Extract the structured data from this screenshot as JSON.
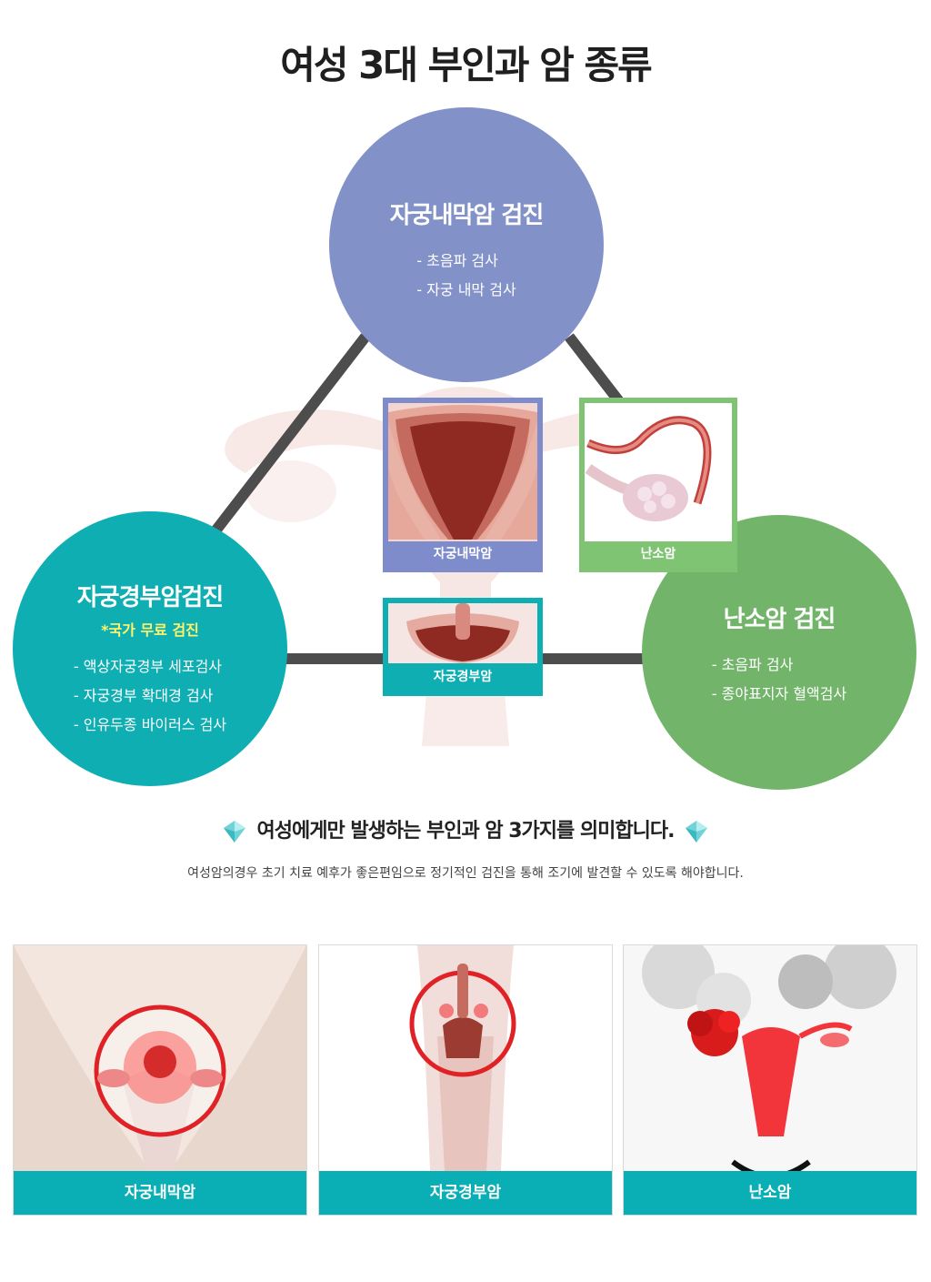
{
  "page_title": "여성 3대 부인과 암 종류",
  "circles": {
    "top": {
      "title": "자궁내막암 검진",
      "items": [
        "초음파 검사",
        "자궁 내막 검사"
      ]
    },
    "left": {
      "title": "자궁경부암검진",
      "note": "*국가 무료 검진",
      "items": [
        "액상자궁경부 세포검사",
        "자궁경부 확대경 검사",
        "인유두종 바이러스 검사"
      ]
    },
    "right": {
      "title": "난소암 검진",
      "items": [
        "초음파 검사",
        "종야표지자 혈액검사"
      ]
    }
  },
  "boxes": {
    "endometrial": "자궁내막암",
    "ovarian": "난소암",
    "cervical": "자궁경부암"
  },
  "subheading": "여성에게만 발생하는 부인과 암 3가지를 의미합니다.",
  "subtext": "여성암의경우 초기 치료 예후가 좋은편임으로 정기적인 검진을 통해 조기에 발견할 수 있도록 해야합니다.",
  "cards": [
    "자궁내막암",
    "자궁경부암",
    "난소암"
  ],
  "colors": {
    "purple": "#8292c8",
    "teal": "#0eaeb2",
    "green": "#72b56a",
    "highlight": "#fff46a"
  }
}
